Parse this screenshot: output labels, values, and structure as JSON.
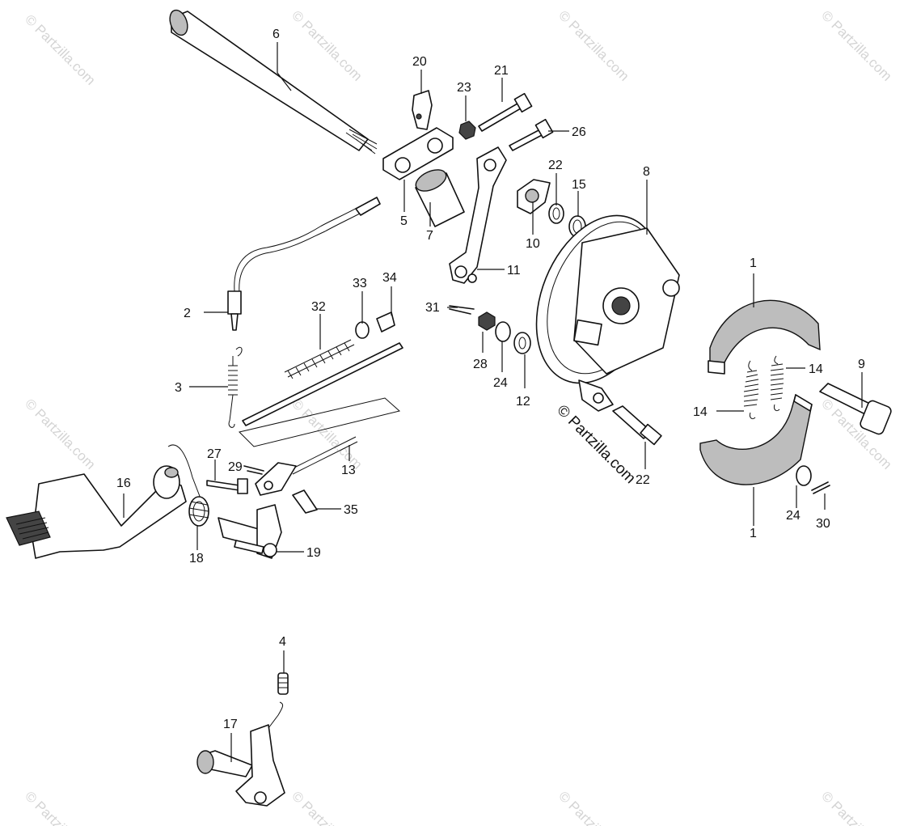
{
  "watermark": "© Partzilla.com",
  "part_numbers": [
    "1",
    "1",
    "2",
    "3",
    "4",
    "5",
    "6",
    "7",
    "8",
    "9",
    "10",
    "11",
    "12",
    "13",
    "14",
    "14",
    "15",
    "16",
    "17",
    "18",
    "19",
    "20",
    "21",
    "22",
    "22",
    "23",
    "24",
    "24",
    "26",
    "27",
    "28",
    "29",
    "30",
    "31",
    "32",
    "33",
    "34",
    "35"
  ]
}
